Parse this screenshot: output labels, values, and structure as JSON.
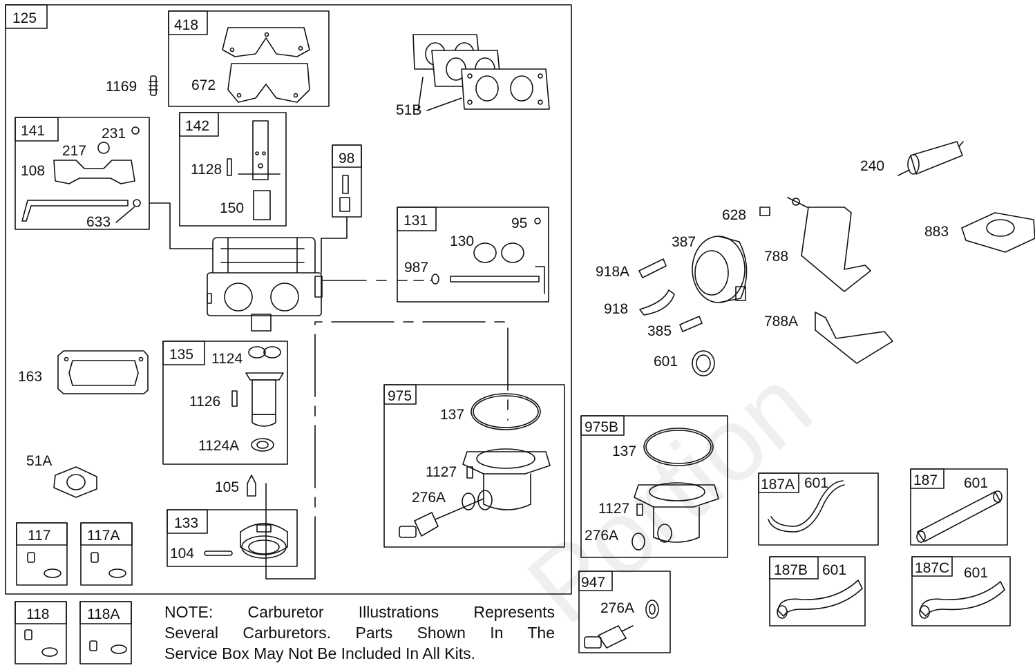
{
  "labels": {
    "box_125": "125",
    "box_418": "418",
    "l_672": "672",
    "l_1169": "1169",
    "l_51b": "51B",
    "box_141": "141",
    "l_231": "231",
    "l_217": "217",
    "l_108": "108",
    "l_633": "633",
    "box_142": "142",
    "l_1128": "1128",
    "l_150": "150",
    "box_98": "98",
    "box_131": "131",
    "l_95": "95",
    "l_130": "130",
    "l_987": "987",
    "l_163": "163",
    "box_135": "135",
    "l_1124": "1124",
    "l_1126": "1126",
    "l_1124a": "1124A",
    "l_51a": "51A",
    "l_105": "105",
    "box_133": "133",
    "l_104": "104",
    "box_975": "975",
    "l_137a": "137",
    "l_1127a": "1127",
    "l_276a_a": "276A",
    "box_117": "117",
    "box_117a": "117A",
    "box_118": "118",
    "box_118a": "118A",
    "l_240": "240",
    "l_628": "628",
    "l_883": "883",
    "l_387": "387",
    "l_788": "788",
    "l_918a": "918A",
    "l_918": "918",
    "l_385": "385",
    "l_788a": "788A",
    "l_601": "601",
    "box_975b": "975B",
    "l_137b": "137",
    "l_1127b": "1127",
    "l_276a_b": "276A",
    "box_947": "947",
    "l_276a_c": "276A",
    "box_187a": "187A",
    "l_601_187a": "601",
    "box_187": "187",
    "l_601_187": "601",
    "box_187b": "187B",
    "l_601_187b": "601",
    "box_187c": "187C",
    "l_601_187c": "601"
  },
  "note": {
    "line1": "NOTE: Carburetor Illustrations Represents",
    "line2": "Several Carburetors. Parts Shown In The",
    "line3": "Service Box May Not Be Included In All Kits."
  },
  "watermark": "Portion"
}
